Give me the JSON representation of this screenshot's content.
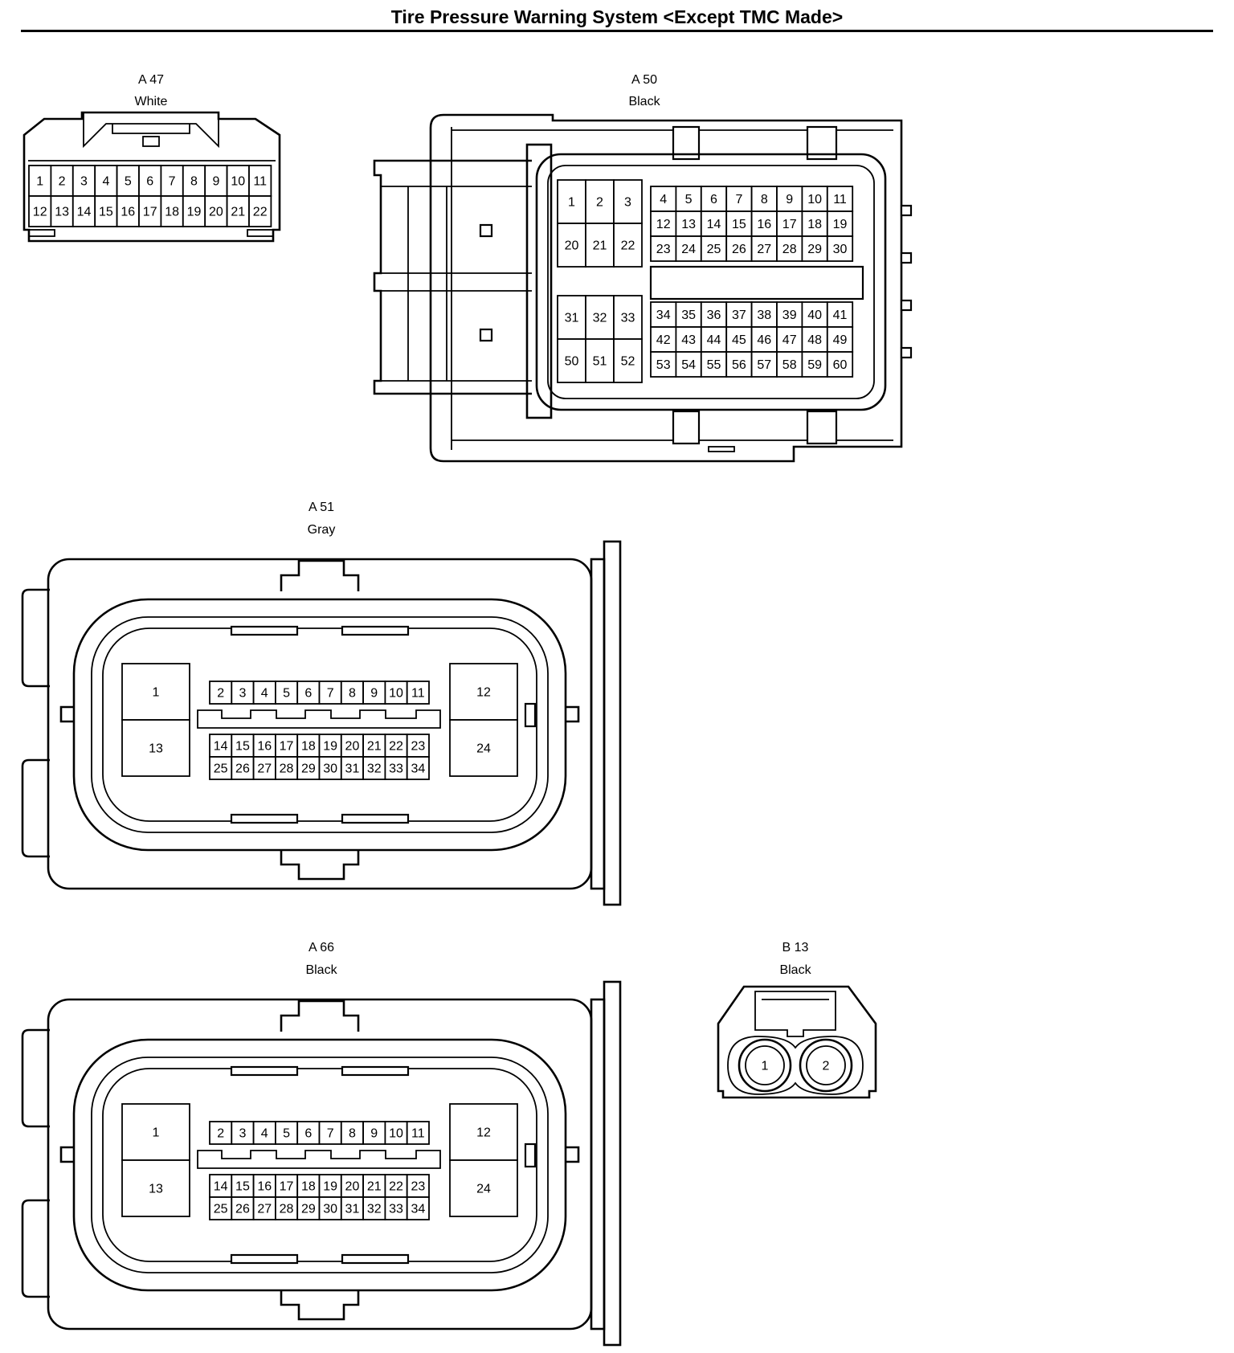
{
  "page": {
    "title": "Tire Pressure Warning System <Except TMC Made>"
  },
  "connectors": [
    {
      "id": "A 47",
      "color": "White",
      "rows": [
        [
          "1",
          "2",
          "3",
          "4",
          "5",
          "6",
          "7",
          "8",
          "9",
          "10",
          "11"
        ],
        [
          "12",
          "13",
          "14",
          "15",
          "16",
          "17",
          "18",
          "19",
          "20",
          "21",
          "22"
        ]
      ]
    },
    {
      "id": "A 50",
      "color": "Black",
      "large_blocks": [
        [
          [
            "1",
            "2",
            "3"
          ],
          [
            "20",
            "21",
            "22"
          ]
        ],
        [
          [
            "31",
            "32",
            "33"
          ],
          [
            "50",
            "51",
            "52"
          ]
        ]
      ],
      "small_blocks": [
        [
          [
            "4",
            "5",
            "6",
            "7",
            "8",
            "9",
            "10",
            "11"
          ],
          [
            "12",
            "13",
            "14",
            "15",
            "16",
            "17",
            "18",
            "19"
          ],
          [
            "23",
            "24",
            "25",
            "26",
            "27",
            "28",
            "29",
            "30"
          ]
        ],
        [
          [
            "34",
            "35",
            "36",
            "37",
            "38",
            "39",
            "40",
            "41"
          ],
          [
            "42",
            "43",
            "44",
            "45",
            "46",
            "47",
            "48",
            "49"
          ],
          [
            "53",
            "54",
            "55",
            "56",
            "57",
            "58",
            "59",
            "60"
          ]
        ]
      ]
    },
    {
      "id": "A 51",
      "color": "Gray",
      "left_pins": [
        "1",
        "13"
      ],
      "right_pins": [
        "12",
        "24"
      ],
      "rows": [
        [
          "2",
          "3",
          "4",
          "5",
          "6",
          "7",
          "8",
          "9",
          "10",
          "11"
        ],
        [
          "14",
          "15",
          "16",
          "17",
          "18",
          "19",
          "20",
          "21",
          "22",
          "23"
        ],
        [
          "25",
          "26",
          "27",
          "28",
          "29",
          "30",
          "31",
          "32",
          "33",
          "34"
        ]
      ]
    },
    {
      "id": "A 66",
      "color": "Black",
      "left_pins": [
        "1",
        "13"
      ],
      "right_pins": [
        "12",
        "24"
      ],
      "rows": [
        [
          "2",
          "3",
          "4",
          "5",
          "6",
          "7",
          "8",
          "9",
          "10",
          "11"
        ],
        [
          "14",
          "15",
          "16",
          "17",
          "18",
          "19",
          "20",
          "21",
          "22",
          "23"
        ],
        [
          "25",
          "26",
          "27",
          "28",
          "29",
          "30",
          "31",
          "32",
          "33",
          "34"
        ]
      ]
    },
    {
      "id": "B 13",
      "color": "Black",
      "pins": [
        "1",
        "2"
      ]
    }
  ]
}
